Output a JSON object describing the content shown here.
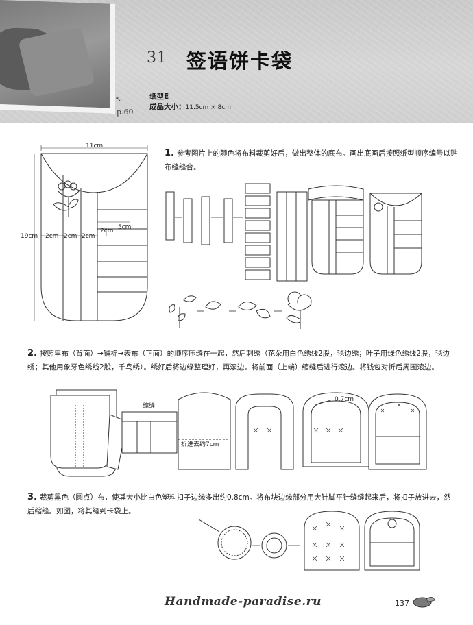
{
  "header": {
    "title_number": "31",
    "title": "签语饼卡袋",
    "pattern_label": "纸型E",
    "size_label": "成品大小：",
    "size_value": "11.5cm × 8cm",
    "page_ref": "p.60"
  },
  "diagram_main": {
    "width_label": "11cm",
    "height_label": "19cm",
    "seg1": "2cm",
    "seg2": "2cm",
    "seg3": "2cm",
    "seg4": "2cm",
    "right_label": "5cm"
  },
  "steps": [
    {
      "number": "1.",
      "text": "参考图片上的颜色将布料裁剪好后，做出整体的底布。画出底画后按照纸型顺序编号以贴布缝缝合。"
    },
    {
      "number": "2.",
      "text": "按照里布（背面）→铺棉→表布（正面）的顺序压缝在一起，然后刺绣（花朵用白色绣线2股，毯边绣；叶子用绿色绣线2股，毯边绣；其他用象牙色绣线2股，千鸟绣）。绣好后将边缘整理好，再滚边。将前面（上端）缩缝后进行滚边。将钱包对折后周围滚边。"
    },
    {
      "number": "3.",
      "text": "裁剪黑色（圆点）布，使其大小比白色塑料扣子边缘多出约0.8cm。将布块边缘部分用大针脚平针缝缝起来后，将扣子放进去，然后缩缝。如图，将其缝到卡袋上。"
    }
  ],
  "step2_labels": {
    "gather": "缩缝",
    "fold_in": "折进去约7cm",
    "margin": "0.7cm"
  },
  "footer": {
    "logo": "Handmade-paradise.ru",
    "page_number": "137"
  }
}
